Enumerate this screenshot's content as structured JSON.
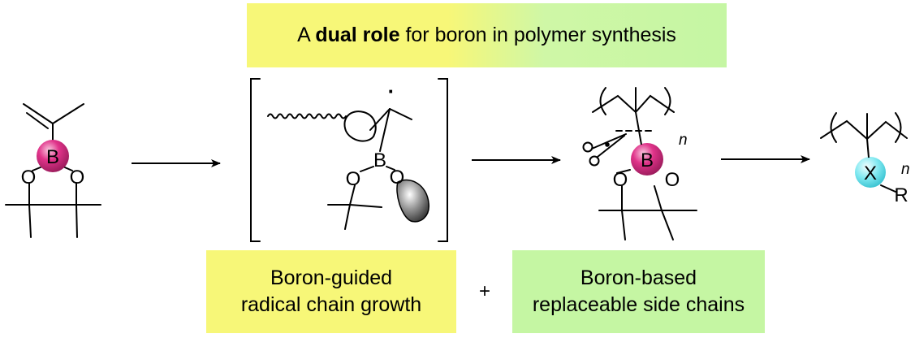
{
  "banner": {
    "prefix": "A ",
    "bold": "dual role",
    "suffix": " for boron in polymer synthesis"
  },
  "atoms": {
    "boron": "B",
    "oxygen": "O",
    "heteroatom": "X",
    "substituent": "R",
    "repeat_subscript": "n",
    "radical_dot": "·"
  },
  "boxes": {
    "left_line1": "Boron-guided",
    "left_line2": "radical chain growth",
    "right_line1": "Boron-based",
    "right_line2": "replaceable side chains"
  },
  "plus_sign": "+",
  "colors": {
    "banner_yellow": "#f7f778",
    "banner_green": "#c5f6a3",
    "boron_sphere": "#e0338a",
    "heteroatom_sphere": "#7ee8f0",
    "stroke": "#000000"
  },
  "icons": {
    "scissors": "scissors-icon",
    "arrow": "reaction-arrow-icon"
  }
}
